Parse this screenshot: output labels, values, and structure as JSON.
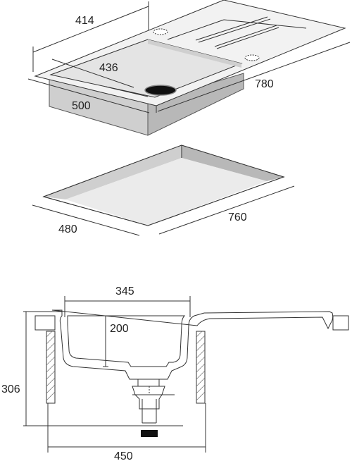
{
  "colors": {
    "line": "#333333",
    "surface": "#f2f2f2",
    "cavity": "#e4e4e4",
    "shade": "#cfcfcf",
    "dark_shade": "#b8b8b8",
    "floor": "#ebebeb",
    "drain": "#111111"
  },
  "icons": {
    "drain_hole": "drain-hole-icon",
    "tap_hole": "tap-hole-icon",
    "siphon": "siphon-icon"
  },
  "top_view": {
    "dim_414": "414",
    "dim_436": "436",
    "dim_780": "780",
    "dim_500": "500"
  },
  "cutout_view": {
    "dim_760": "760",
    "dim_480": "480"
  },
  "section_view": {
    "dim_345": "345",
    "dim_200": "200",
    "dim_306": "306",
    "dim_450": "450"
  }
}
